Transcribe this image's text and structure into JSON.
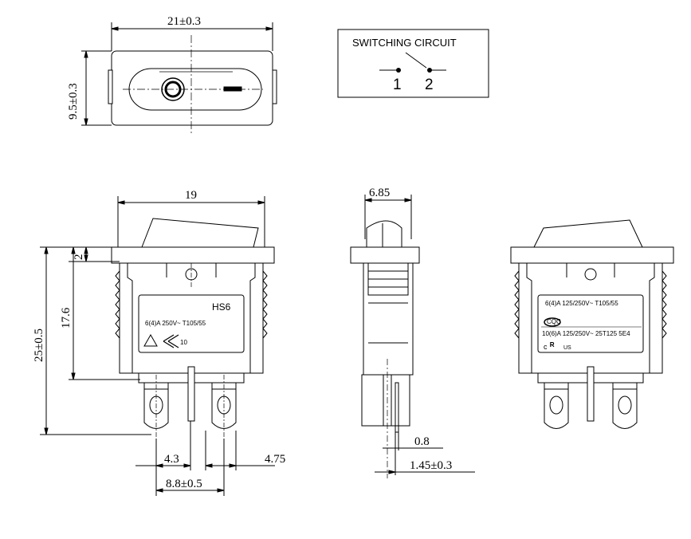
{
  "dimensions": {
    "width": "21±0.3",
    "height_top": "9.5±0.3",
    "front_width": "19",
    "side_width": "6.85",
    "flange": "2",
    "body_height": "17.6",
    "total_height": "25±0.5",
    "terminal_pitch": "4.3",
    "terminal_width": "4.75",
    "terminal_span": "8.8±0.5",
    "pin_thickness": "0.8",
    "pin_offset": "1.45±0.3"
  },
  "circuit": {
    "title": "SWITCHING CIRCUIT",
    "terminal_1": "1",
    "terminal_2": "2"
  },
  "front_label": {
    "model": "HS6",
    "rating": "6(4)A 250V~ T105/55",
    "mark": "10"
  },
  "back_label": {
    "rating_1": "6(4)A 125/250V~ T105/55",
    "rating_2": "10(6)A 125/250V~ 25T125 5E4",
    "cert_1": "CQC",
    "cert_2": "c",
    "cert_3": "US"
  }
}
